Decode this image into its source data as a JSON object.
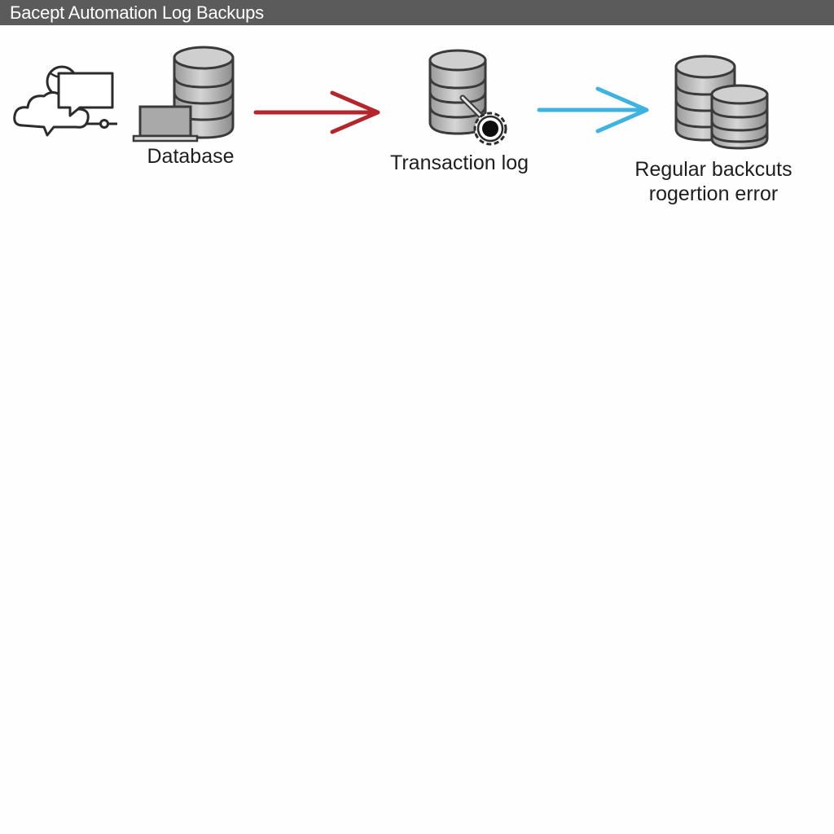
{
  "window": {
    "title": "Бacept Automation Log Backups"
  },
  "diagram": {
    "nodes": [
      {
        "id": "database",
        "label": "Database",
        "icon": "database-icon"
      },
      {
        "id": "transaction-log",
        "label": "Transaction log",
        "icon": "transaction-log-icon"
      },
      {
        "id": "backups",
        "label_line1": "Regular backcuts",
        "label_line2": "rogertion error",
        "icon": "stacked-databases-icon"
      }
    ],
    "edges": [
      {
        "from": "database",
        "to": "transaction-log",
        "color": "#b3262c"
      },
      {
        "from": "transaction-log",
        "to": "backups",
        "color": "#3fb2e0"
      }
    ]
  }
}
